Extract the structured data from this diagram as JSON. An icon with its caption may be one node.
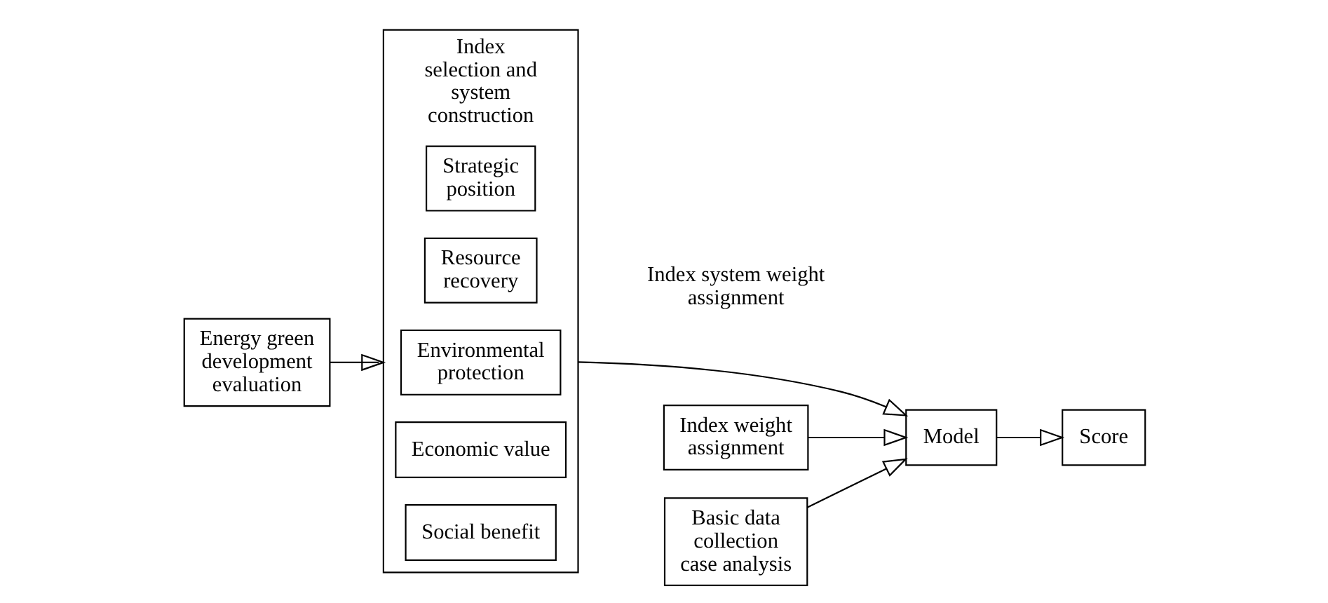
{
  "diagram": {
    "nodes": [
      {
        "text": [
          "Energy green development evaluation"
        ]
      },
      {
        "text": [
          "Index selection and system construction"
        ]
      },
      {
        "text": [
          "Strategic position"
        ],
        "in": 1
      },
      {
        "text": [
          "Resource recovery"
        ],
        "in": 1
      },
      {
        "text": [
          "Environmental protection"
        ],
        "in": 1
      },
      {
        "text": [
          "Economic value"
        ],
        "in": 1
      },
      {
        "text": [
          "Social benefit"
        ],
        "in": 1
      },
      {
        "text": [
          "Index weight assignment"
        ]
      },
      {
        "text": [
          "Basic data collection case analysis"
        ]
      },
      {
        "text": [
          "Model"
        ]
      },
      {
        "text": [
          "Score"
        ]
      }
    ],
    "edges": [
      {
        "from": 0,
        "to": 1,
        "arrow": "to"
      },
      {
        "from": 1,
        "to": 9,
        "arrow": "to"
      },
      {
        "from": 7,
        "to": 9,
        "arrow": "to"
      },
      {
        "from": 8,
        "to": 9,
        "arrow": "to"
      },
      {
        "from": 9,
        "to": 10,
        "arrow": "to"
      }
    ],
    "labels": [
      "Index system weight assignment"
    ]
  }
}
